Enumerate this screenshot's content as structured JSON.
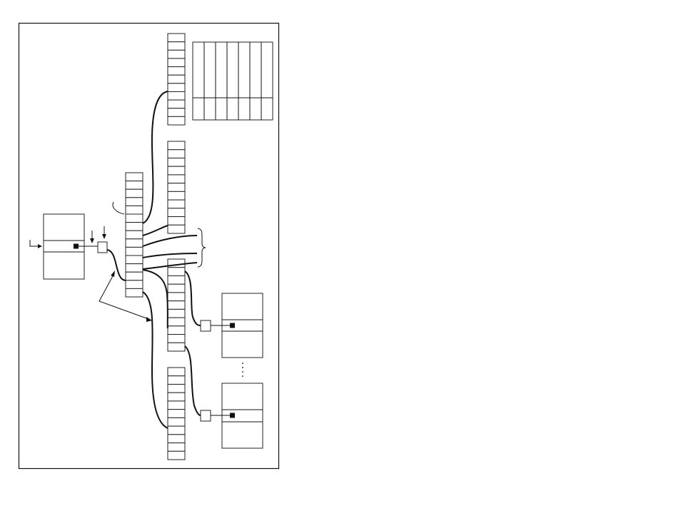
{
  "diagram": {
    "tables": [
      {
        "id": "top-table",
        "cells": 11
      },
      {
        "id": "upper-mid-table",
        "cells": 11
      },
      {
        "id": "central-table",
        "cells": 15
      },
      {
        "id": "lower-mid-table",
        "cells": 11
      },
      {
        "id": "bottom-table",
        "cells": 11
      }
    ],
    "grid": {
      "columns": 7
    }
  }
}
